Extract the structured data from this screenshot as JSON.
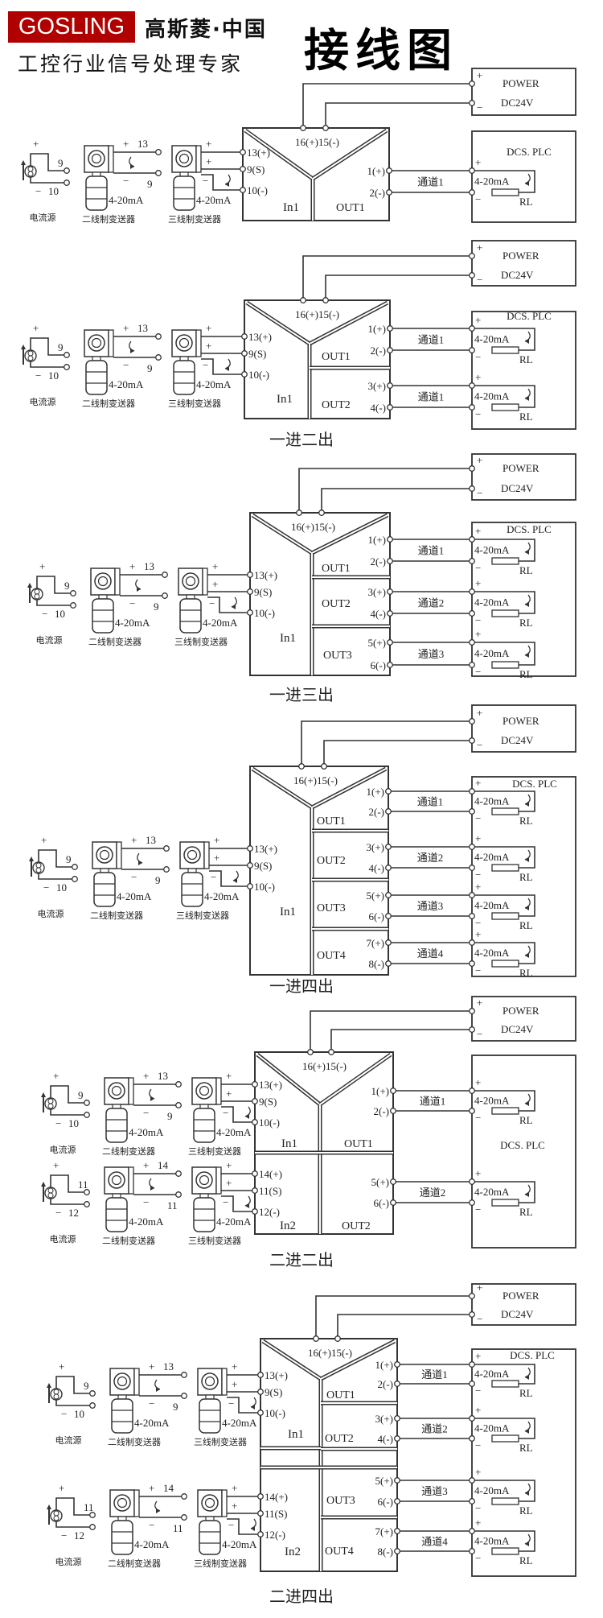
{
  "header": {
    "brand": "GOSLING",
    "brand_cn": "高斯菱·中国",
    "slogan": "工控行业信号处理专家",
    "title": "接线图",
    "brand_color": "#b00000"
  },
  "labels": {
    "power": "POWER",
    "dc24v": "DC24V",
    "dcs": "DCS. PLC",
    "current_source": "电流源",
    "two_wire": "二线制变送器",
    "three_wire": "三线制变送器",
    "signal": "4-20mA",
    "rl": "RL",
    "plus": "+",
    "minus": "−",
    "power_terminals": "16(+)15(-)"
  },
  "diagrams": [
    {
      "caption": "",
      "inputs": [
        {
          "name": "In1",
          "terminals": [
            "13(+)",
            "9(S)",
            "10(-)"
          ],
          "source_terms": [
            "9",
            "10"
          ],
          "two_wire_terms": [
            "13",
            "9"
          ]
        }
      ],
      "outputs": [
        {
          "name": "OUT1",
          "terminals": [
            "1(+)",
            "2(-)"
          ],
          "channel": "通道1"
        }
      ]
    },
    {
      "caption": "一进二出",
      "inputs": [
        {
          "name": "In1",
          "terminals": [
            "13(+)",
            "9(S)",
            "10(-)"
          ],
          "source_terms": [
            "9",
            "10"
          ],
          "two_wire_terms": [
            "13",
            "9"
          ]
        }
      ],
      "outputs": [
        {
          "name": "OUT1",
          "terminals": [
            "1(+)",
            "2(-)"
          ],
          "channel": "通道1"
        },
        {
          "name": "OUT2",
          "terminals": [
            "3(+)",
            "4(-)"
          ],
          "channel": "通道1"
        }
      ]
    },
    {
      "caption": "一进三出",
      "inputs": [
        {
          "name": "In1",
          "terminals": [
            "13(+)",
            "9(S)",
            "10(-)"
          ],
          "source_terms": [
            "9",
            "10"
          ],
          "two_wire_terms": [
            "13",
            "9"
          ]
        }
      ],
      "outputs": [
        {
          "name": "OUT1",
          "terminals": [
            "1(+)",
            "2(-)"
          ],
          "channel": "通道1"
        },
        {
          "name": "OUT2",
          "terminals": [
            "3(+)",
            "4(-)"
          ],
          "channel": "通道2"
        },
        {
          "name": "OUT3",
          "terminals": [
            "5(+)",
            "6(-)"
          ],
          "channel": "通道3"
        }
      ]
    },
    {
      "caption": "一进四出",
      "inputs": [
        {
          "name": "In1",
          "terminals": [
            "13(+)",
            "9(S)",
            "10(-)"
          ],
          "source_terms": [
            "9",
            "10"
          ],
          "two_wire_terms": [
            "13",
            "9"
          ]
        }
      ],
      "outputs": [
        {
          "name": "OUT1",
          "terminals": [
            "1(+)",
            "2(-)"
          ],
          "channel": "通道1"
        },
        {
          "name": "OUT2",
          "terminals": [
            "3(+)",
            "4(-)"
          ],
          "channel": "通道2"
        },
        {
          "name": "OUT3",
          "terminals": [
            "5(+)",
            "6(-)"
          ],
          "channel": "通道3"
        },
        {
          "name": "OUT4",
          "terminals": [
            "7(+)",
            "8(-)"
          ],
          "channel": "通道4"
        }
      ]
    },
    {
      "caption": "二进二出",
      "inputs": [
        {
          "name": "In1",
          "terminals": [
            "13(+)",
            "9(S)",
            "10(-)"
          ],
          "source_terms": [
            "9",
            "10"
          ],
          "two_wire_terms": [
            "13",
            "9"
          ]
        },
        {
          "name": "In2",
          "terminals": [
            "14(+)",
            "11(S)",
            "12(-)"
          ],
          "source_terms": [
            "11",
            "12"
          ],
          "two_wire_terms": [
            "14",
            "11"
          ]
        }
      ],
      "outputs": [
        {
          "name": "OUT1",
          "terminals": [
            "1(+)",
            "2(-)"
          ],
          "channel": "通道1"
        },
        {
          "name": "OUT2",
          "terminals": [
            "5(+)",
            "6(-)"
          ],
          "channel": "通道2"
        }
      ]
    },
    {
      "caption": "二进四出",
      "inputs": [
        {
          "name": "In1",
          "terminals": [
            "13(+)",
            "9(S)",
            "10(-)"
          ],
          "source_terms": [
            "9",
            "10"
          ],
          "two_wire_terms": [
            "13",
            "9"
          ]
        },
        {
          "name": "In2",
          "terminals": [
            "14(+)",
            "11(S)",
            "12(-)"
          ],
          "source_terms": [
            "11",
            "12"
          ],
          "two_wire_terms": [
            "14",
            "11"
          ]
        }
      ],
      "outputs": [
        {
          "name": "OUT1",
          "terminals": [
            "1(+)",
            "2(-)"
          ],
          "channel": "通道1"
        },
        {
          "name": "OUT2",
          "terminals": [
            "3(+)",
            "4(-)"
          ],
          "channel": "通道2"
        },
        {
          "name": "OUT3",
          "terminals": [
            "5(+)",
            "6(-)"
          ],
          "channel": "通道3"
        },
        {
          "name": "OUT4",
          "terminals": [
            "7(+)",
            "8(-)"
          ],
          "channel": "通道4"
        }
      ]
    }
  ]
}
